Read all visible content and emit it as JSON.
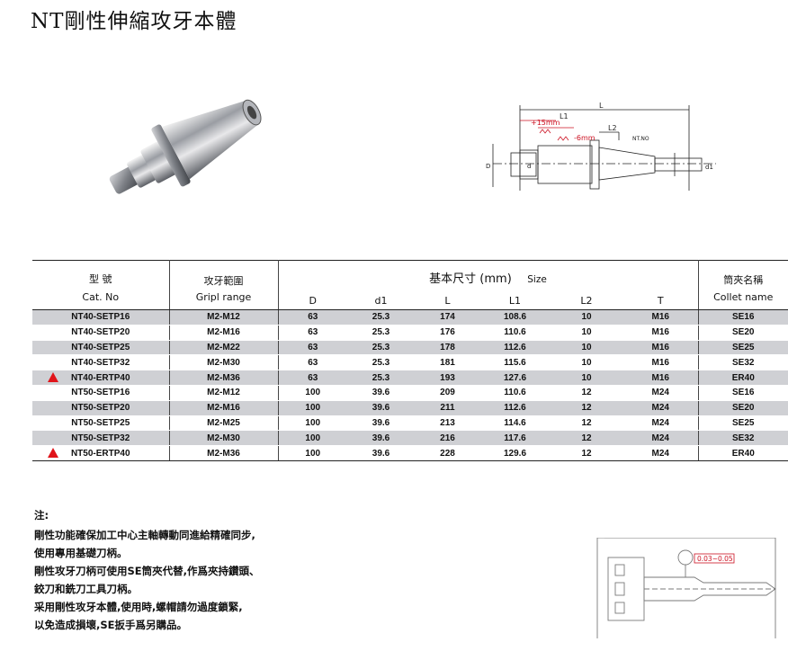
{
  "title": "NT剛性伸縮攻牙本體",
  "drawing": {
    "labels": [
      "L",
      "L1",
      "L2",
      "+15mm",
      "-6mm",
      "NT.NO",
      "D",
      "d",
      "d1"
    ]
  },
  "table": {
    "headers": {
      "model": {
        "zh": "型 號",
        "en": "Cat. No"
      },
      "range": {
        "zh": "攻牙範圍",
        "en": "Gripl range"
      },
      "size": {
        "zh": "基本尺寸 (mm)",
        "en": "Size"
      },
      "collet": {
        "zh": "筒夾名稱",
        "en": "Collet name"
      },
      "cols": [
        "D",
        "d1",
        "L",
        "L1",
        "L2",
        "T"
      ]
    },
    "rows": [
      {
        "cat": "NT40-SETP16",
        "range": "M2-M12",
        "D": "63",
        "d1": "25.3",
        "L": "174",
        "L1": "108.6",
        "L2": "10",
        "T": "M16",
        "collet": "SE16",
        "shade": true,
        "mark": false
      },
      {
        "cat": "NT40-SETP20",
        "range": "M2-M16",
        "D": "63",
        "d1": "25.3",
        "L": "176",
        "L1": "110.6",
        "L2": "10",
        "T": "M16",
        "collet": "SE20",
        "shade": false,
        "mark": false
      },
      {
        "cat": "NT40-SETP25",
        "range": "M2-M22",
        "D": "63",
        "d1": "25.3",
        "L": "178",
        "L1": "112.6",
        "L2": "10",
        "T": "M16",
        "collet": "SE25",
        "shade": true,
        "mark": false
      },
      {
        "cat": "NT40-SETP32",
        "range": "M2-M30",
        "D": "63",
        "d1": "25.3",
        "L": "181",
        "L1": "115.6",
        "L2": "10",
        "T": "M16",
        "collet": "SE32",
        "shade": false,
        "mark": false
      },
      {
        "cat": "NT40-ERTP40",
        "range": "M2-M36",
        "D": "63",
        "d1": "25.3",
        "L": "193",
        "L1": "127.6",
        "L2": "10",
        "T": "M16",
        "collet": "ER40",
        "shade": true,
        "mark": true
      },
      {
        "cat": "NT50-SETP16",
        "range": "M2-M12",
        "D": "100",
        "d1": "39.6",
        "L": "209",
        "L1": "110.6",
        "L2": "12",
        "T": "M24",
        "collet": "SE16",
        "shade": false,
        "mark": false
      },
      {
        "cat": "NT50-SETP20",
        "range": "M2-M16",
        "D": "100",
        "d1": "39.6",
        "L": "211",
        "L1": "112.6",
        "L2": "12",
        "T": "M24",
        "collet": "SE20",
        "shade": true,
        "mark": false
      },
      {
        "cat": "NT50-SETP25",
        "range": "M2-M25",
        "D": "100",
        "d1": "39.6",
        "L": "213",
        "L1": "114.6",
        "L2": "12",
        "T": "M24",
        "collet": "SE25",
        "shade": false,
        "mark": false
      },
      {
        "cat": "NT50-SETP32",
        "range": "M2-M30",
        "D": "100",
        "d1": "39.6",
        "L": "216",
        "L1": "117.6",
        "L2": "12",
        "T": "M24",
        "collet": "SE32",
        "shade": true,
        "mark": false
      },
      {
        "cat": "NT50-ERTP40",
        "range": "M2-M36",
        "D": "100",
        "d1": "39.6",
        "L": "228",
        "L1": "129.6",
        "L2": "12",
        "T": "M24",
        "collet": "ER40",
        "shade": false,
        "mark": true
      }
    ]
  },
  "notes": {
    "heading": "注:",
    "lines": [
      "剛性功能確保加工中心主軸轉動同進給精確同步,",
      "使用專用基礎刀柄。",
      "剛性攻牙刀柄可使用SE筒夾代替,作爲夾持鑽頭、",
      "鉸刀和銑刀工具刀柄。",
      "采用剛性攻牙本體,使用時,螺帽請勿過度鎖緊,",
      "以免造成損壞,SE扳手爲另購品。"
    ]
  },
  "sketch": {
    "tolerance": "0.03~0.05"
  },
  "colors": {
    "shade": "#cfd0d4",
    "marker": "#e0141a",
    "dim_red": "#cc1122"
  }
}
